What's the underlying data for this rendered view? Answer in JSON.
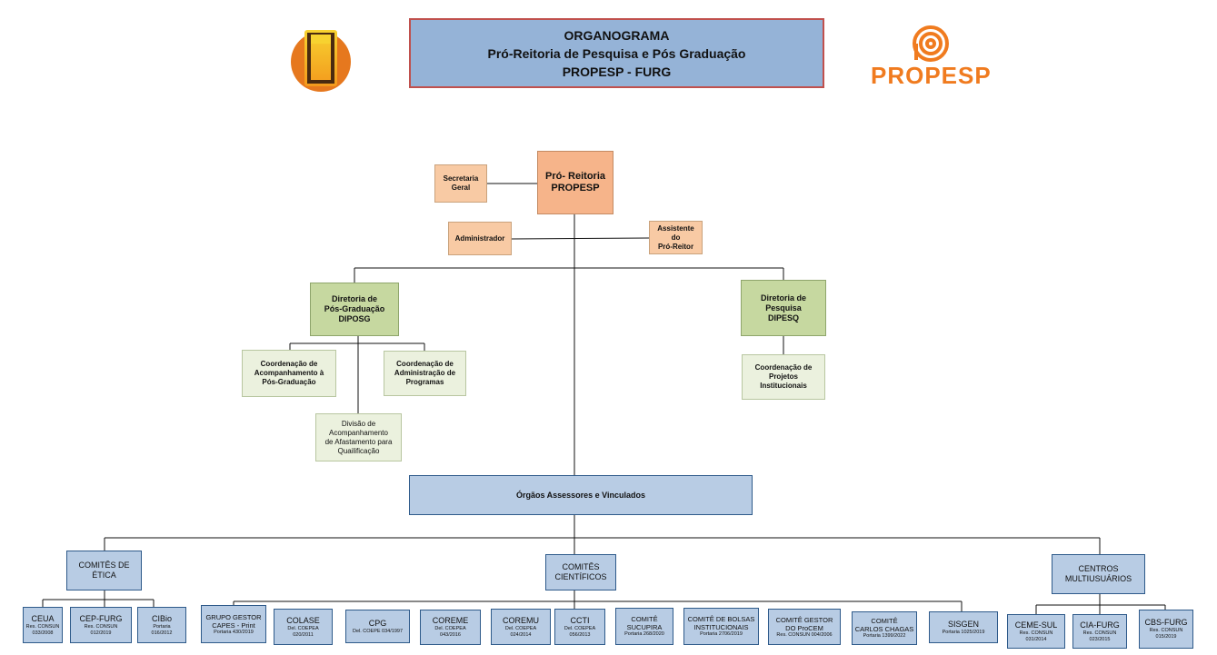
{
  "header": {
    "title_lines": [
      "ORGANOGRAMA",
      "Pró-Reitoria de Pesquisa e Pós Graduação",
      "PROPESP - FURG"
    ],
    "right_logo_text": "PROPESP",
    "logo_color": "#f07b1f"
  },
  "top": {
    "proreitoria": [
      "Pró- Reitoria",
      "PROPESP"
    ],
    "secretaria": [
      "Secretaria",
      "Geral"
    ],
    "administrador": "Administrador",
    "assistente": [
      "Assistente",
      "do",
      "Pró-Reitor"
    ]
  },
  "diposg": {
    "title": [
      "Diretoria de",
      "Pós-Graduação",
      "DIPOSG"
    ],
    "coord1": [
      "Coordenação de",
      "Acompanhamento à",
      "Pós-Graduação"
    ],
    "coord2": [
      "Coordenação de",
      "Administração de",
      "Programas"
    ],
    "divisao": [
      "Divisão de",
      "Acompanhamento",
      "de Afastamento para",
      "Quailificação"
    ]
  },
  "dipesq": {
    "title": [
      "Diretoria de",
      "Pesquisa",
      "DIPESQ"
    ],
    "coord": [
      "Coordenação de",
      "Projetos",
      "Institucionais"
    ]
  },
  "orgaos": "Órgãos Assessores e Vinculados",
  "groups": {
    "etica": [
      "COMITÊS DE",
      "ÉTICA"
    ],
    "cientificos": [
      "COMITÊS",
      "CIENTÍFICOS"
    ],
    "centros": [
      "CENTROS",
      "MULTIUSUÁRIOS"
    ]
  },
  "etica_items": [
    {
      "name": [
        "CEUA"
      ],
      "ref": [
        "Res. CONSUN",
        "033/2008"
      ]
    },
    {
      "name": [
        "CEP-FURG"
      ],
      "ref": [
        "Res. CONSUN",
        "012/2019"
      ]
    },
    {
      "name": [
        "CIBio"
      ],
      "ref": [
        "Portaria",
        "016/2012"
      ]
    }
  ],
  "cientificos_items": [
    {
      "name": [
        "GRUPO GESTOR",
        "CAPES - Print"
      ],
      "ref": [
        "Portaria 430/2019"
      ]
    },
    {
      "name": [
        "COLASE"
      ],
      "ref": [
        "Del. COEPEA",
        "020/2011"
      ]
    },
    {
      "name": [
        "CPG"
      ],
      "ref": [
        "Del. COEPE 034/1997"
      ]
    },
    {
      "name": [
        "COREME"
      ],
      "ref": [
        "Del. COEPEA",
        "043/2016"
      ]
    },
    {
      "name": [
        "COREMU"
      ],
      "ref": [
        "Del. COEPEA",
        "024/2014"
      ]
    },
    {
      "name": [
        "CCTI"
      ],
      "ref": [
        "Del. COEPEA",
        "056/2013"
      ]
    },
    {
      "name": [
        "COMITÊ",
        "SUCUPIRA"
      ],
      "ref": [
        "Portaria 268/2020"
      ]
    },
    {
      "name": [
        "COMITÊ DE BOLSAS",
        "INSTITUCIONAIS"
      ],
      "ref": [
        "Portaria 2706/2019"
      ]
    },
    {
      "name": [
        "COMITÊ GESTOR",
        "DO ProCEM"
      ],
      "ref": [
        "Res. CONSUN 004/2006"
      ]
    },
    {
      "name": [
        "COMITÊ",
        "CARLOS CHAGAS"
      ],
      "ref": [
        "Portaria 1399/2022"
      ]
    },
    {
      "name": [
        "SISGEN"
      ],
      "ref": [
        "Portaria 1025/2019"
      ]
    }
  ],
  "centros_items": [
    {
      "name": [
        "CEME-SUL"
      ],
      "ref": [
        "Res. CONSUN",
        "031/2014"
      ]
    },
    {
      "name": [
        "CIA-FURG"
      ],
      "ref": [
        "Res. CONSUN",
        "023/2015"
      ]
    },
    {
      "name": [
        "CBS-FURG"
      ],
      "ref": [
        "Res. CONSUN",
        "015/2019"
      ]
    }
  ]
}
